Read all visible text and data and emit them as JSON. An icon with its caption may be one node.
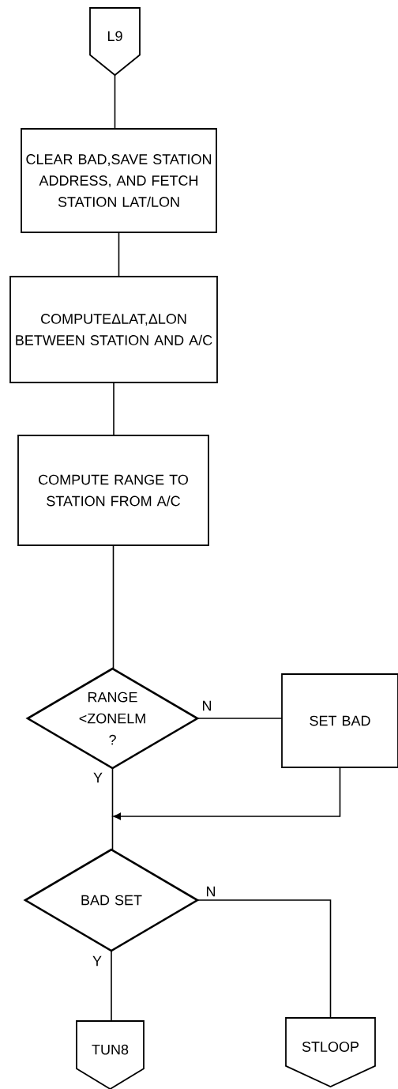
{
  "diagram": {
    "nodes": [
      {
        "text": [
          "L9"
        ]
      },
      {
        "text": [
          "CLEAR BAD,SAVE STATION ADDRESS, AND FETCH STATION LAT/LON"
        ]
      },
      {
        "text": [
          "COMPUTEΔLAT,ΔLON BETWEEN STATION AND A/C"
        ]
      },
      {
        "text": [
          "COMPUTE RANGE TO STATION FROM A/C"
        ]
      },
      {
        "text": [
          "RANGE <ZONELM ?"
        ]
      },
      {
        "text": [
          "SET BAD"
        ]
      },
      {
        "text": [
          "BAD SET"
        ]
      },
      {
        "text": [
          "TUN8"
        ]
      },
      {
        "text": [
          "STLOOP"
        ]
      }
    ],
    "edges": [
      {
        "from": 0,
        "to": 1,
        "arrow": "none"
      },
      {
        "from": 1,
        "to": 2,
        "arrow": "none"
      },
      {
        "from": 2,
        "to": 3,
        "arrow": "none"
      },
      {
        "from": 3,
        "to": 4,
        "arrow": "none"
      },
      {
        "from": 4,
        "to": 5,
        "arrow": "none",
        "label": "N"
      },
      {
        "from": 4,
        "to": 6,
        "arrow": "none",
        "label": "Y"
      },
      {
        "from": 5,
        "to": 6,
        "arrow": "to"
      },
      {
        "from": 6,
        "to": 7,
        "arrow": "none",
        "label": "Y"
      },
      {
        "from": 6,
        "to": 8,
        "arrow": "none",
        "label": "N"
      }
    ]
  }
}
